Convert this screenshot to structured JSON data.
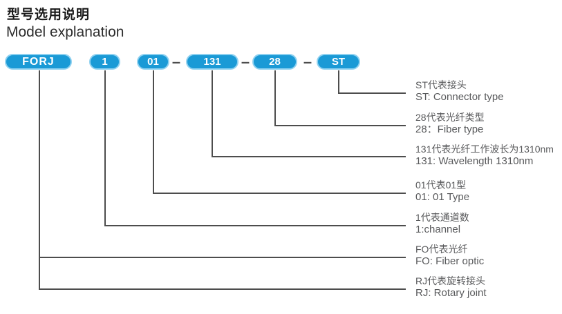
{
  "page": {
    "title_zh": "型号选用说明",
    "title_en": "Model explanation"
  },
  "model_code": {
    "separator": "–",
    "segments": [
      {
        "label": "FORJ"
      },
      {
        "label": "1"
      },
      {
        "label": "01"
      },
      {
        "label": "131"
      },
      {
        "label": "28"
      },
      {
        "label": "ST"
      }
    ]
  },
  "legend": {
    "items": [
      {
        "zh": "ST代表接头",
        "en": "ST: Connector type"
      },
      {
        "zh": "28代表光纤类型",
        "en": "28：Fiber type"
      },
      {
        "zh": "131代表光纤工作波长为1310nm",
        "en": "131: Wavelength 1310nm"
      },
      {
        "zh": "01代表01型",
        "en": "01: 01 Type"
      },
      {
        "zh": "1代表通道数",
        "en": "1:channel"
      },
      {
        "zh": "FO代表光纤",
        "en": "FO:  Fiber optic"
      },
      {
        "zh": "RJ代表旋转接头",
        "en": "RJ:  Rotary joint"
      }
    ]
  },
  "colors": {
    "pill_fill": "#1a9ad6",
    "pill_border": "#8ed1f0",
    "pill_text": "#ffffff",
    "line": "#4d4d4d",
    "label_text": "#58595b",
    "title_text": "#1a1a1a"
  }
}
